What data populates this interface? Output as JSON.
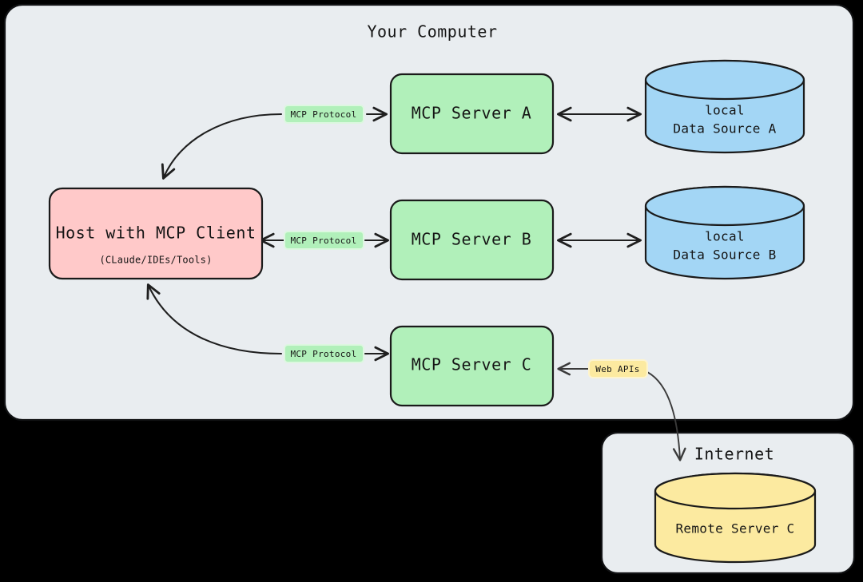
{
  "diagram": {
    "type": "architecture-flow",
    "background_color": "#000000",
    "panels": [
      {
        "id": "your-computer",
        "title": "Your Computer",
        "fill": "#e9edf0"
      },
      {
        "id": "internet",
        "title": "Internet",
        "fill": "#e9edf0"
      }
    ],
    "colors": {
      "panel": "#e9edf0",
      "server": "#b1f0ba",
      "host": "#ffc9c9",
      "datasource": "#a3d6f5",
      "remote": "#fceaa0",
      "stroke": "#1a1a1a",
      "edge": "#1f1f1f"
    }
  },
  "host": {
    "title": "Host with MCP Client",
    "subtitle": "(CLaude/IDEs/Tools)"
  },
  "servers": [
    {
      "label": "MCP Server A"
    },
    {
      "label": "MCP Server B"
    },
    {
      "label": "MCP Server C"
    }
  ],
  "data_sources": [
    {
      "line1": "local",
      "line2": "Data Source A"
    },
    {
      "line1": "local",
      "line2": "Data Source B"
    }
  ],
  "remote": {
    "label": "Remote Server C"
  },
  "edge_labels": {
    "protocol_a": "MCP Protocol",
    "protocol_b": "MCP Protocol",
    "protocol_c": "MCP Protocol",
    "web_apis": "Web APIs"
  },
  "panel_titles": {
    "your_computer": "Your Computer",
    "internet": "Internet"
  }
}
